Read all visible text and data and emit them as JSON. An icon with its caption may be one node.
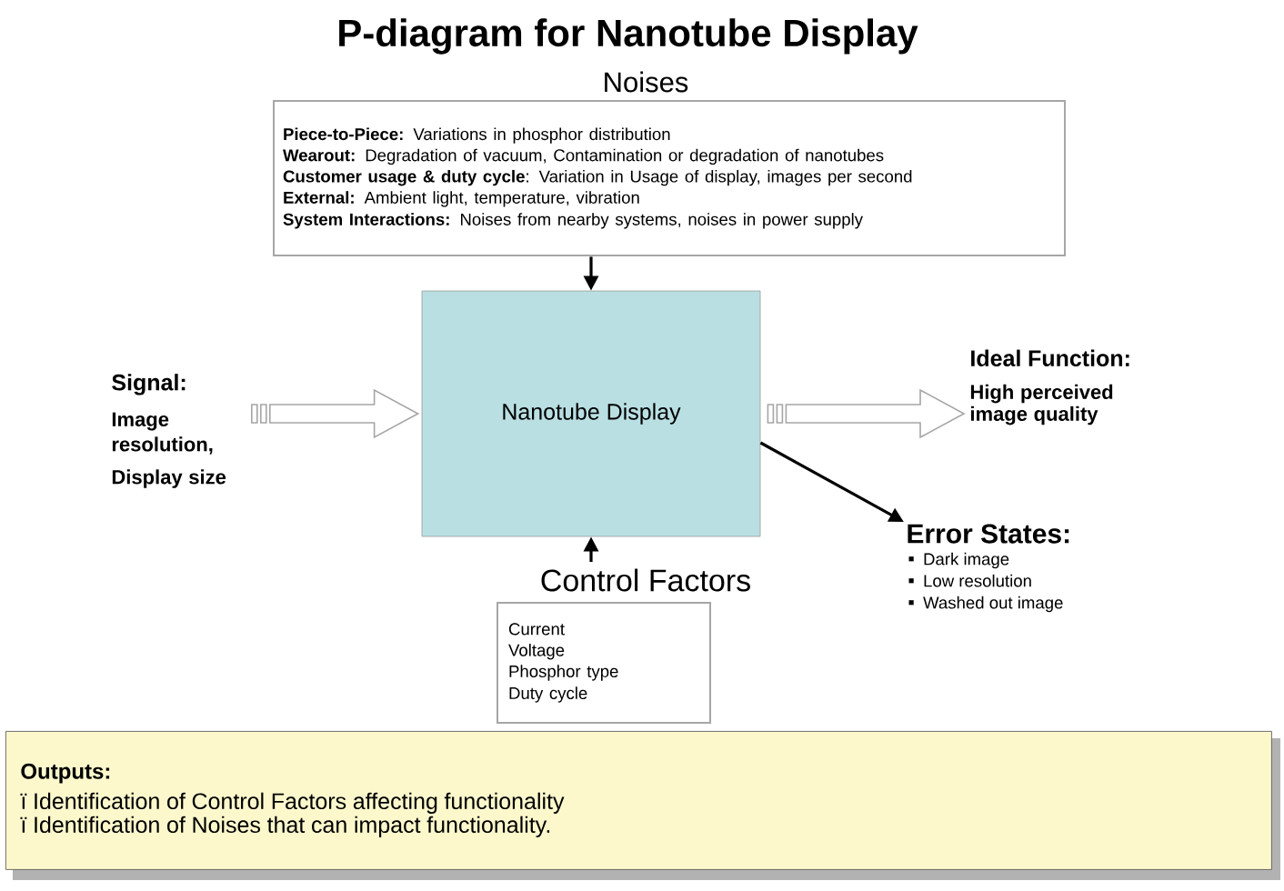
{
  "diagram": {
    "title": "P-diagram for Nanotube Display",
    "nodes": [
      {
        "text": [
          "Noises",
          "**Piece-to-Piece:** Variations in phosphor distribution",
          "**Wearout:** Degradation of vacuum, Contamination or degradation of nanotubes",
          "**Customer usage & duty cycle**: Variation in Usage of display, images per second",
          "**External:** Ambient light, temperature, vibration",
          "**System Interactions:**  Noises from nearby systems, noises in power supply"
        ]
      },
      {
        "text": [
          "Nanotube Display"
        ]
      },
      {
        "text": [
          "Control Factors",
          "Current",
          "Voltage",
          "Phosphor type",
          "Duty cycle"
        ]
      },
      {
        "text": [
          "Signal:",
          "Image resolution,",
          "Display size"
        ]
      },
      {
        "text": [
          "Ideal Function:",
          "High perceived image quality"
        ]
      },
      {
        "text": [
          "Error States:",
          "Dark image",
          "Low resolution",
          "Washed out image"
        ]
      },
      {
        "text": [
          "Outputs:",
          "ï Identification of Control Factors affecting functionality",
          "ï Identification of Noises that can impact functionality."
        ]
      }
    ],
    "edges": [
      {
        "from": 0,
        "to": 1,
        "arrow": "to"
      },
      {
        "from": 3,
        "to": 1,
        "arrow": "to"
      },
      {
        "from": 1,
        "to": 4,
        "arrow": "to"
      },
      {
        "from": 1,
        "to": 5,
        "arrow": "to"
      },
      {
        "from": 2,
        "to": 1,
        "arrow": "to"
      }
    ]
  }
}
